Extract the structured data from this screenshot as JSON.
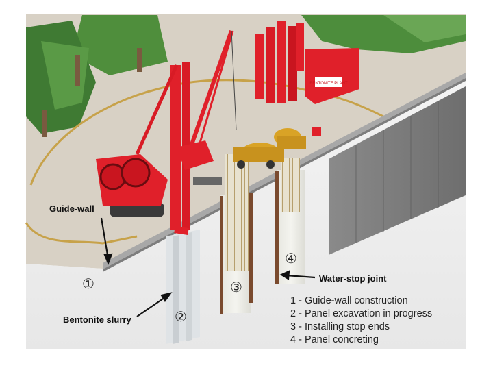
{
  "diagram": {
    "labels": {
      "guide_wall": "Guide-wall",
      "bentonite_slurry": "Bentonite slurry",
      "water_stop_joint": "Water-stop joint"
    },
    "steps": [
      {
        "num": "①",
        "text": "1 - Guide-wall construction"
      },
      {
        "num": "②",
        "text": "2 - Panel excavation in progress"
      },
      {
        "num": "③",
        "text": "3 - Installing stop ends"
      },
      {
        "num": "④",
        "text": "4 - Panel concreting"
      }
    ],
    "plant_sign": "BENTONITE PLANT",
    "colors": {
      "ground": "#d9d2c6",
      "soil": "#f1f1f1",
      "crane": "#e0202a",
      "truck": "#d9a326",
      "tree": "#4d8d3c",
      "wall": "#8f8f8f"
    }
  }
}
